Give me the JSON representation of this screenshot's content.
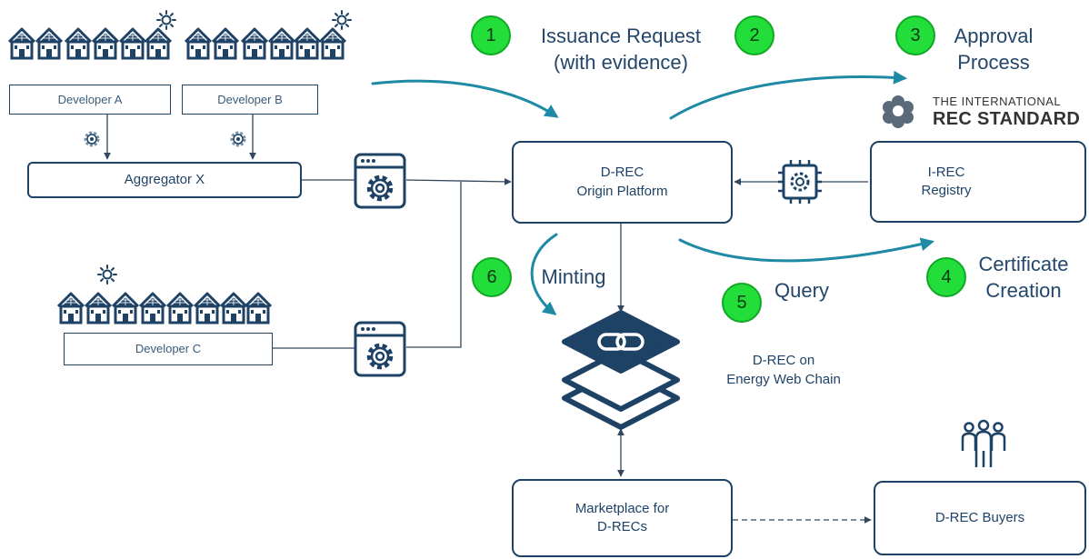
{
  "steps": [
    {
      "num": "1",
      "label": "Issuance Request\n(with evidence)"
    },
    {
      "num": "2"
    },
    {
      "num": "3",
      "label": "Approval\nProcess"
    },
    {
      "num": "4",
      "label": "Certificate\nCreation"
    },
    {
      "num": "5",
      "label": "Query"
    },
    {
      "num": "6",
      "label": "Minting"
    }
  ],
  "boxes": {
    "developer_a": "Developer A",
    "developer_b": "Developer B",
    "aggregator": "Aggregator X",
    "developer_c": "Developer C",
    "origin": "D-REC\nOrigin Platform",
    "irec_registry": "I-REC\nRegistry",
    "marketplace": "Marketplace for\nD-RECs",
    "buyers": "D-REC Buyers"
  },
  "chain_label": "D-REC on\nEnergy Web Chain",
  "irec_logo": {
    "line1": "THE INTERNATIONAL",
    "line2": "REC STANDARD"
  },
  "colors": {
    "accent_teal": "#1f8aa5",
    "navy": "#1e4266",
    "step_green": "#22dd3a"
  },
  "icons": [
    "house-icon",
    "sun-icon",
    "gear-icon",
    "settings-window-icon",
    "chip-icon",
    "server-icon",
    "blockchain-icon",
    "people-icon",
    "irec-logo-icon"
  ]
}
